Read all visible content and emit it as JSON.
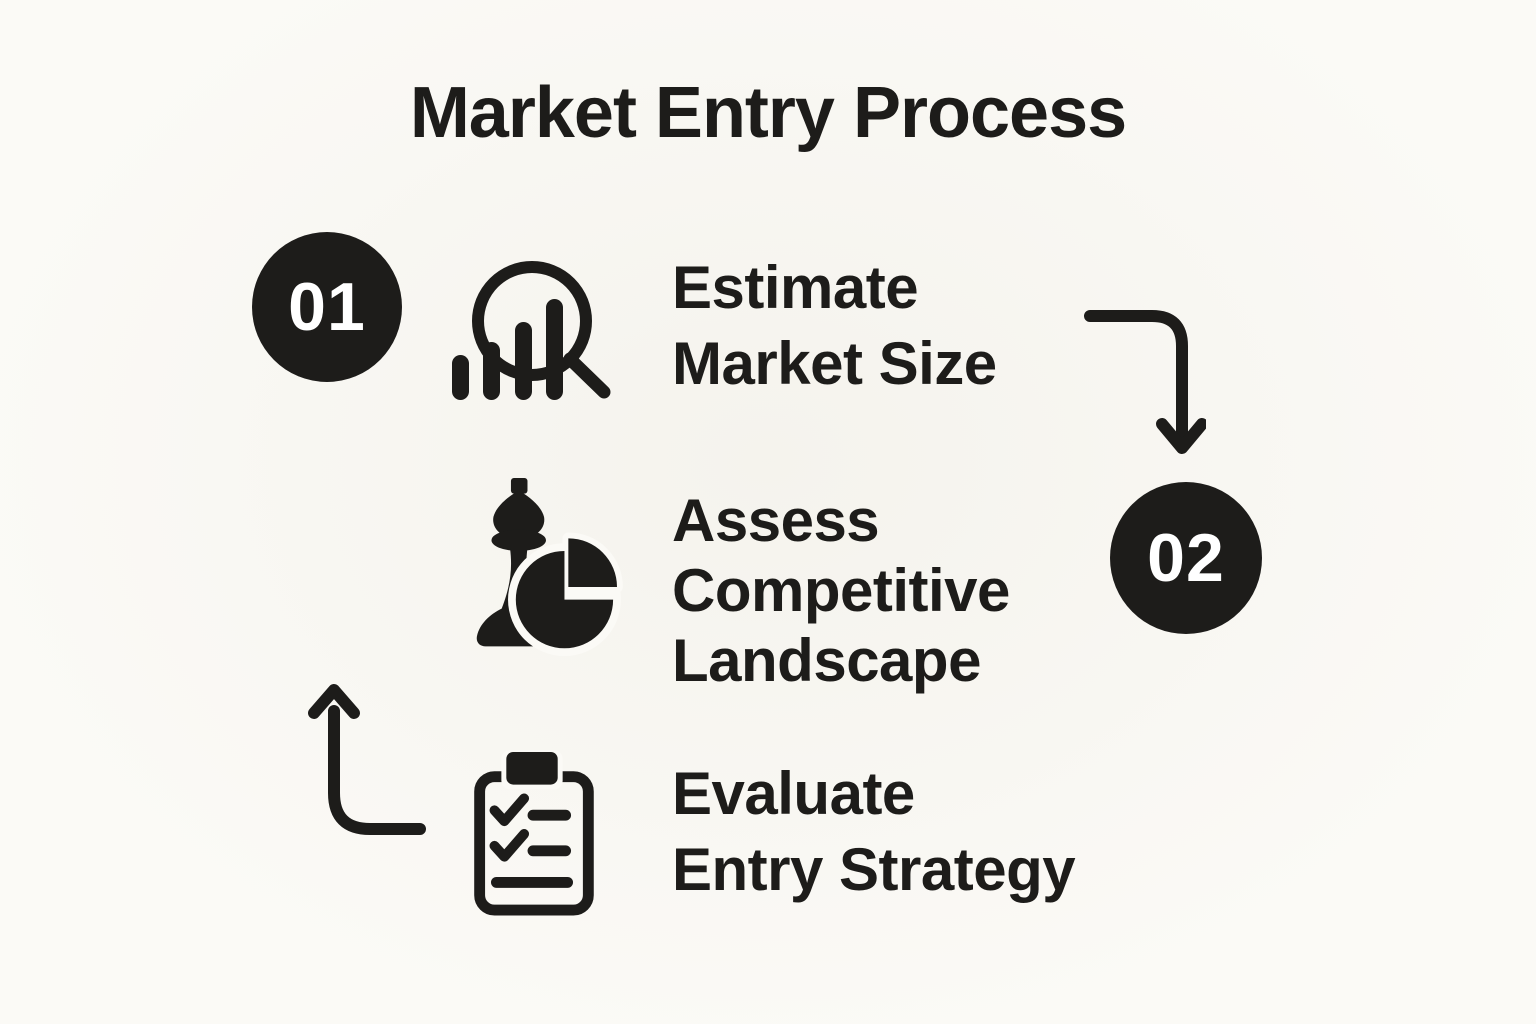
{
  "title": "Market Entry Process",
  "colors": {
    "background": "#fbfaf6",
    "ink": "#1d1c1a",
    "badge_text": "#ffffff"
  },
  "steps": [
    {
      "number": "01",
      "icon": "magnifier-bar-chart-icon",
      "lines": [
        "Estimate",
        "Market Size"
      ]
    },
    {
      "number": "02",
      "icon": "chess-piece-pie-chart-icon",
      "lines": [
        "Assess",
        "Competitive",
        "Landscape"
      ]
    },
    {
      "number": "",
      "icon": "clipboard-checklist-icon",
      "lines": [
        "Evaluate",
        "Entry Strategy"
      ]
    }
  ],
  "connectors": [
    {
      "name": "arrow-step1-to-step2",
      "direction": "down"
    },
    {
      "name": "arrow-step3-loop-back",
      "direction": "up"
    }
  ]
}
